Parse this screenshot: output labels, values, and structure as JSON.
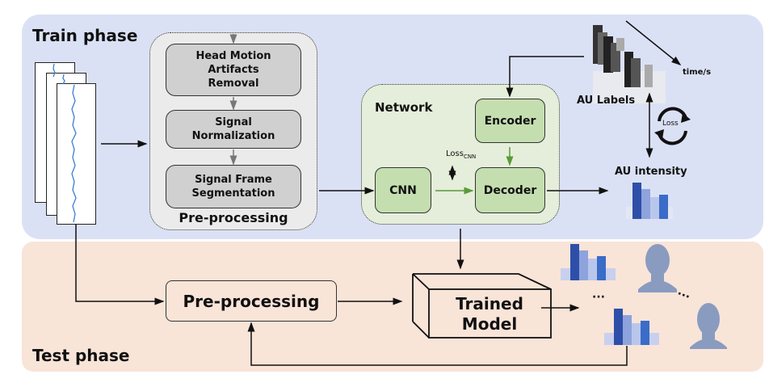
{
  "train_phase": {
    "title": "Train phase",
    "preprocessing": {
      "group_label": "Pre-processing",
      "steps": [
        {
          "label": "Head Motion Artifacts Removal",
          "lines": [
            "Head Motion",
            "Artifacts",
            "Removal"
          ]
        },
        {
          "label": "Signal Normalization",
          "lines": [
            "Signal",
            "Normalization"
          ]
        },
        {
          "label": "Signal Frame Segmentation",
          "lines": [
            "Signal Frame",
            "Segmentation"
          ]
        }
      ]
    },
    "network": {
      "group_label": "Network",
      "encoder": "Encoder",
      "cnn": "CNN",
      "decoder": "Decoder",
      "loss_cnn": "Loss",
      "loss_cnn_sub": "CNN"
    },
    "au_labels": {
      "label": "AU Labels",
      "axis_label": "time/s"
    },
    "loss": "Loss",
    "au_intensity": {
      "label": "AU intensity"
    }
  },
  "test_phase": {
    "title": "Test phase",
    "preprocessing": "Pre-processing",
    "trained_model": [
      "Trained",
      "Model"
    ],
    "ellipsis": "···"
  },
  "colors": {
    "train_bg": "#dbe1f5",
    "test_bg": "#f9e4d8",
    "preprocess_box": "#d0d0d0",
    "network_box": "#c5deb0",
    "green_arrow": "#5a9a3a",
    "bar_dark": "#2e4fa8",
    "bar_mid": "#8ea3dc",
    "bar_light": "#b9c6eb",
    "bar_blue": "#3a6cc8"
  }
}
